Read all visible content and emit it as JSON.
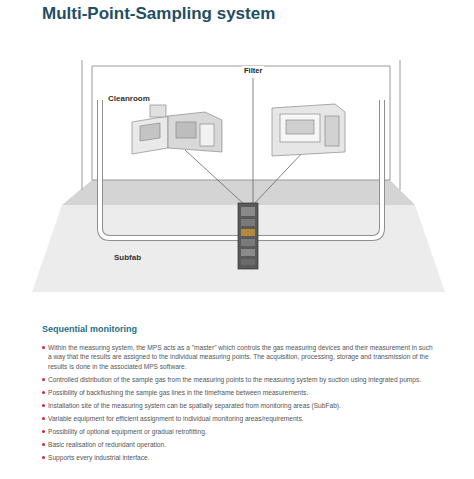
{
  "diagram": {
    "title": "Multi-Point-Sampling system",
    "nodes": [
      {
        "text": [
          "Cleanroom"
        ]
      },
      {
        "text": [
          "Subfab"
        ]
      }
    ],
    "labels": [
      "Filter",
      "Sequential monitoring",
      "Within the measuring system, the MPS acts as a \"master\" which controls the gas measuring devices and their measurement in such a way that the results are assigned to the individual measuring points. The acquisition, processing, storage and transmission of the results is done in the associated MPS software.",
      "Controlled distribution of the sample gas from the measuring points to the measuring system by suction using integrated pumps.",
      "Possibility of backflushing the sample gas lines in the timeframe between measurements.",
      "Installation site of the measuring system can be spatially separated from monitoring areas (SubFab).",
      "Variable equipment for efficient assignment to individual monitoring areas/requirements.",
      "Possibility of optional equipment or gradual retrofitting.",
      "Basic realisation of redundant operation.",
      "Supports every industrial interface."
    ]
  }
}
